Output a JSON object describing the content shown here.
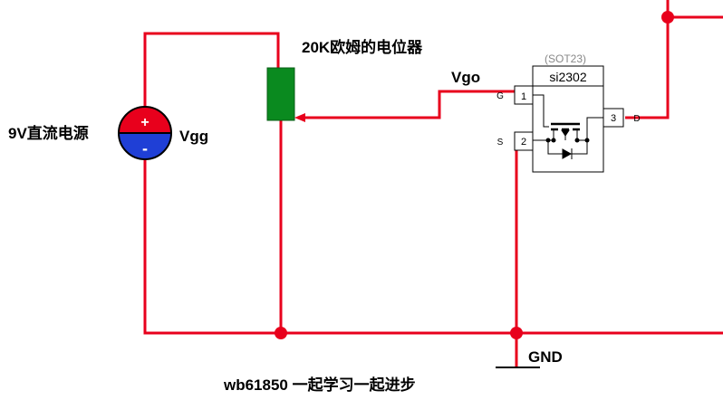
{
  "labels": {
    "source_desc": "9V直流电源",
    "source_name": "Vgg",
    "pot_desc": "20K欧姆的电位器",
    "gate_net": "Vgo",
    "ground": "GND",
    "footer": "wb61850 一起学习一起进步"
  },
  "source": {
    "plus": "+",
    "minus": "-"
  },
  "mosfet": {
    "part": "si2302",
    "package_hint": "(SOT23)",
    "pins": [
      {
        "number": "1",
        "name": "G"
      },
      {
        "number": "2",
        "name": "S"
      },
      {
        "number": "3",
        "name": "D"
      }
    ]
  },
  "colors": {
    "wire": "#e8001c",
    "potentiometer": "#0a8a1f",
    "source_positive": "#e8001c",
    "source_negative": "#1f3fd6",
    "component_outline": "#000000"
  }
}
